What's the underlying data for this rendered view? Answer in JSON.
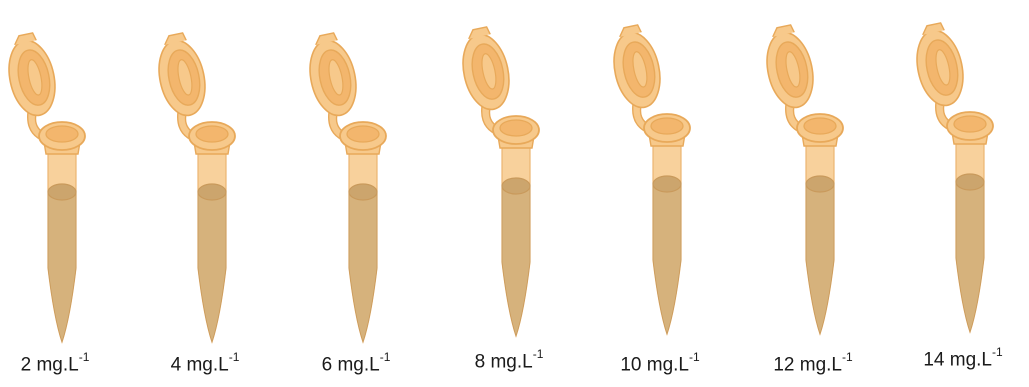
{
  "tubes": [
    {
      "value": "2",
      "unit": "mg.L",
      "exponent": "-1"
    },
    {
      "value": "4",
      "unit": "mg.L",
      "exponent": "-1"
    },
    {
      "value": "6",
      "unit": "mg.L",
      "exponent": "-1"
    },
    {
      "value": "8",
      "unit": "mg.L",
      "exponent": "-1"
    },
    {
      "value": "10",
      "unit": "mg.L",
      "exponent": "-1"
    },
    {
      "value": "12",
      "unit": "mg.L",
      "exponent": "-1"
    },
    {
      "value": "14",
      "unit": "mg.L",
      "exponent": "-1"
    }
  ],
  "colors": {
    "tube_body": "#f7c98b",
    "tube_outline": "#e8a95a",
    "liquid": "#d6b27c",
    "liquid_outline": "#c99a5c",
    "cap_inner": "#f3b66d",
    "label_text": "#1a1a1a"
  }
}
